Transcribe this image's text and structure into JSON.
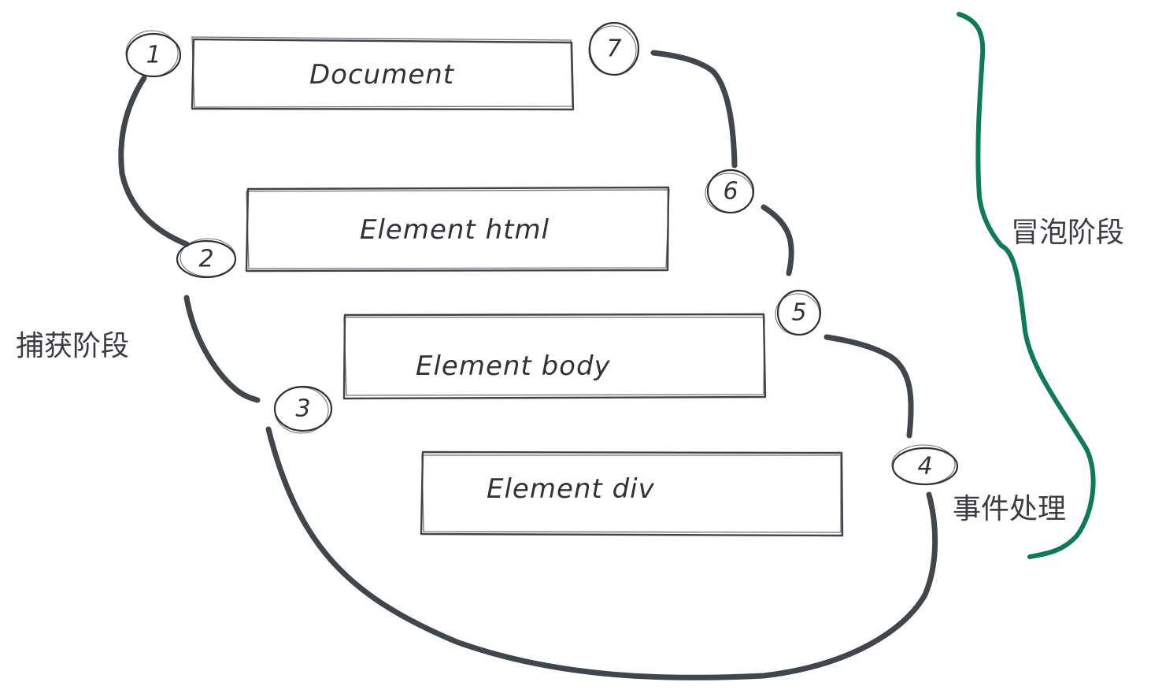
{
  "boxes": [
    {
      "id": "document",
      "label": "Document"
    },
    {
      "id": "html",
      "label": "Element html"
    },
    {
      "id": "body",
      "label": "Element body"
    },
    {
      "id": "div",
      "label": "Element div"
    }
  ],
  "steps": [
    "1",
    "2",
    "3",
    "4",
    "5",
    "6",
    "7"
  ],
  "labels": {
    "capture": "捕获阶段",
    "bubble": "冒泡阶段",
    "handle": "事件处理"
  },
  "colors": {
    "line": "#41464c",
    "text": "#2f3338",
    "bracket": "#0f7b55"
  }
}
